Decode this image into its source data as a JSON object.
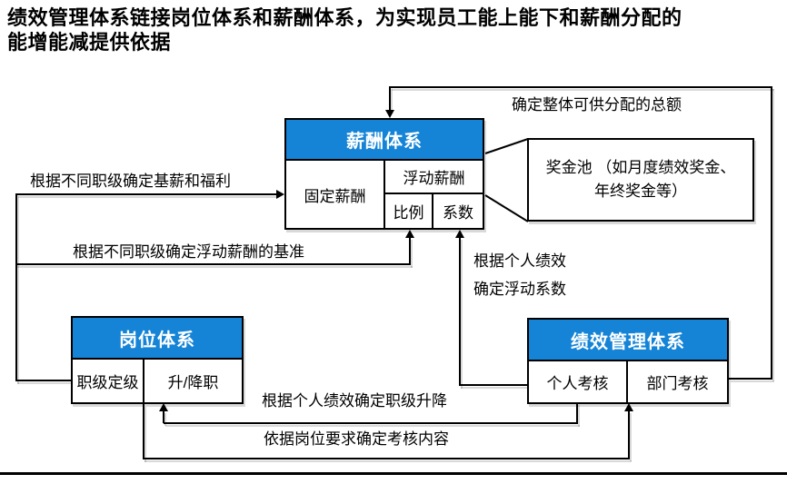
{
  "title": {
    "line1": "绩效管理体系链接岗位体系和薪酬体系，为实现员工能上能下和薪酬分配的",
    "line2": "能增能减提供依据"
  },
  "colors": {
    "accent_blue": "#1584d6",
    "line_black": "#000000"
  },
  "boxes": {
    "salary": {
      "title": "薪酬体系",
      "cells": {
        "fixed": "固定薪酬",
        "floating": "浮动薪酬",
        "ratio": "比例",
        "coefficient": "系数"
      }
    },
    "bonus_pool": {
      "text": "奖金池 （如月度绩效奖金、年终奖金等）"
    },
    "position": {
      "title": "岗位体系",
      "cells": {
        "grading": "职级定级",
        "promotion": "升/降职"
      }
    },
    "performance": {
      "title": "绩效管理体系",
      "cells": {
        "individual": "个人考核",
        "department": "部门考核"
      }
    }
  },
  "labels": {
    "total_pool": "确定整体可供分配的总额",
    "base_salary": "根据不同职级确定基薪和福利",
    "floating_base": "根据不同职级确定浮动薪酬的基准",
    "personal_coeff": "根据个人绩效\n确定浮动系数",
    "grade_change": "根据个人绩效确定职级升降",
    "assess_content": "依据岗位要求确定考核内容"
  }
}
